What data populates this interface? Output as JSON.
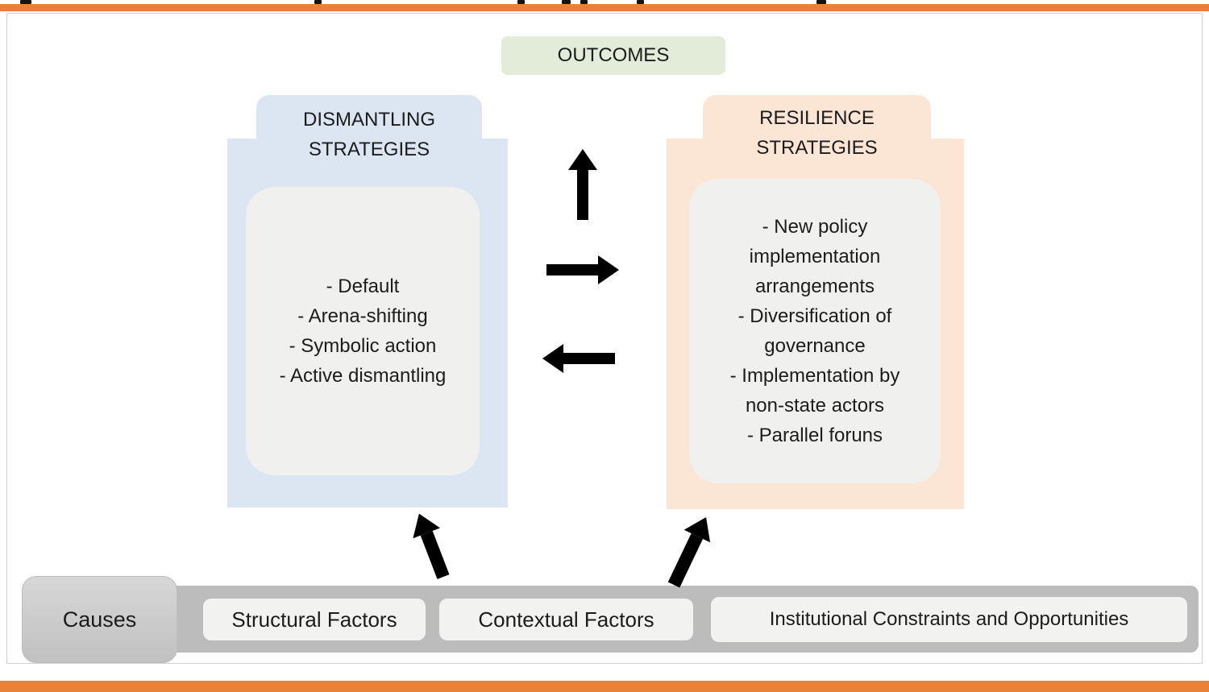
{
  "figure": {
    "outcomes_label": "OUTCOMES",
    "dismantling": {
      "title": "DISMANTLING STRATEGIES",
      "items": [
        "- Default",
        "- Arena-shifting",
        "- Symbolic action",
        "- Active dismantling"
      ]
    },
    "resilience": {
      "title": "RESILIENCE STRATEGIES",
      "items": [
        "- New policy implementation arrangements",
        "- Diversification of governance",
        "- Implementation by non-state actors",
        "- Parallel foruns"
      ]
    },
    "causes_label": "Causes",
    "factors": [
      "Structural Factors",
      "Contextual Factors",
      "Institutional Constraints and Opportunities"
    ],
    "colors": {
      "accent_orange": "#e8813a",
      "outcomes_green": "#e2ecd8",
      "dismantling_blue": "#dbe6f2",
      "resilience_peach": "#fbe5d5",
      "inner_gray": "#f0f0ee",
      "bar_gray": "#bcbcbc"
    }
  }
}
